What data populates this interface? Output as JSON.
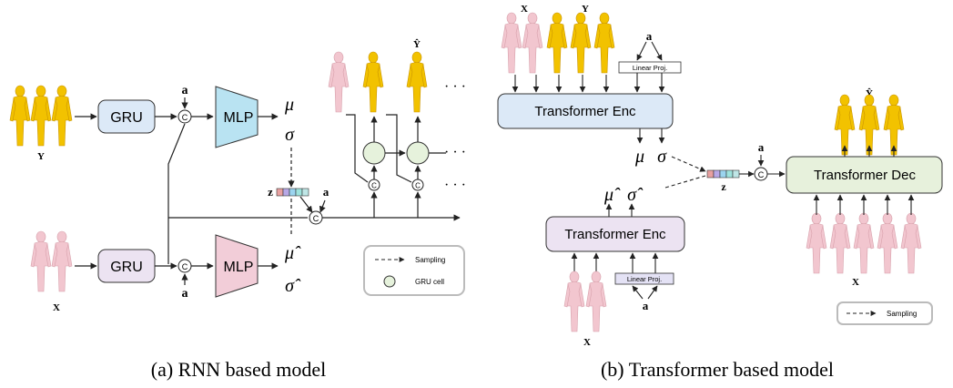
{
  "left_panel": {
    "caption": "(a) RNN based model",
    "label_y": "Y",
    "label_x": "X",
    "label_yhat": "Ŷ",
    "gru_top": "GRU",
    "gru_bottom": "GRU",
    "mlp_top": "MLP",
    "mlp_bottom": "MLP",
    "mu": "μ",
    "sigma": "σ",
    "mu_hat": "μ̂",
    "sigma_hat": "σ̂",
    "a": "a",
    "z": "z",
    "concat_symbol": "C",
    "ellipsis": "· · ·",
    "legend": {
      "sampling": "Sampling",
      "gru_cell": "GRU cell"
    }
  },
  "right_panel": {
    "caption": "(b) Transformer based model",
    "label_x_top": "X",
    "label_y_top": "Y",
    "label_yhat": "Ŷ",
    "label_x_bottom_enc": "X",
    "label_x_dec": "X",
    "enc_top": "Transformer Enc",
    "enc_bottom": "Transformer Enc",
    "dec": "Transformer Dec",
    "linear_proj_top": "Linear Proj.",
    "linear_proj_bottom": "Linear Proj.",
    "mu": "μ",
    "sigma": "σ",
    "mu_hat": "μ̂",
    "sigma_hat": "σ̂",
    "a": "a",
    "z": "z",
    "concat_symbol": "C",
    "legend": {
      "sampling": "Sampling"
    }
  },
  "colors": {
    "gold_figure": "#f2c200",
    "gold_dark": "#c99400",
    "pink_figure": "#f2c6cf",
    "pink_dark": "#d7a0ab",
    "gru_top": "#dce9f7",
    "gru_bottom": "#ece3f2",
    "mlp_top": "#b9e3f2",
    "mlp_bottom": "#f2cdd8",
    "enc_top": "#dce9f7",
    "enc_bottom": "#ece3f2",
    "dec": "#e7f1dc",
    "linproj_top": "#ffffff",
    "linproj_bottom": "#e4e2f5",
    "gru_cell": "#e6f2dc",
    "z_colors": [
      "#e8a0a0",
      "#b7a8e6",
      "#9bd4ef",
      "#9ee3dd",
      "#bfe6e6"
    ]
  }
}
